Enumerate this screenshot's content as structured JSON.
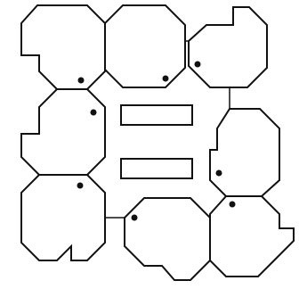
{
  "diagram": {
    "style": {
      "stroke_color": "#111111",
      "background_color": "#ffffff",
      "dot_color": "#111111"
    },
    "pieces": [
      {
        "id": "top-left",
        "notch": "left"
      },
      {
        "id": "top-middle",
        "notch": "none"
      },
      {
        "id": "top-right",
        "notch": "top-right"
      },
      {
        "id": "mid-left",
        "notch": "left"
      },
      {
        "id": "mid-right",
        "notch": "left"
      },
      {
        "id": "bottom-left",
        "notch": "bottom-right"
      },
      {
        "id": "bottom-middle",
        "notch": "bottom-left"
      },
      {
        "id": "bottom-right",
        "notch": "right"
      }
    ],
    "slots": [
      {
        "id": "upper-slot"
      },
      {
        "id": "lower-slot"
      }
    ],
    "markers": 8
  }
}
